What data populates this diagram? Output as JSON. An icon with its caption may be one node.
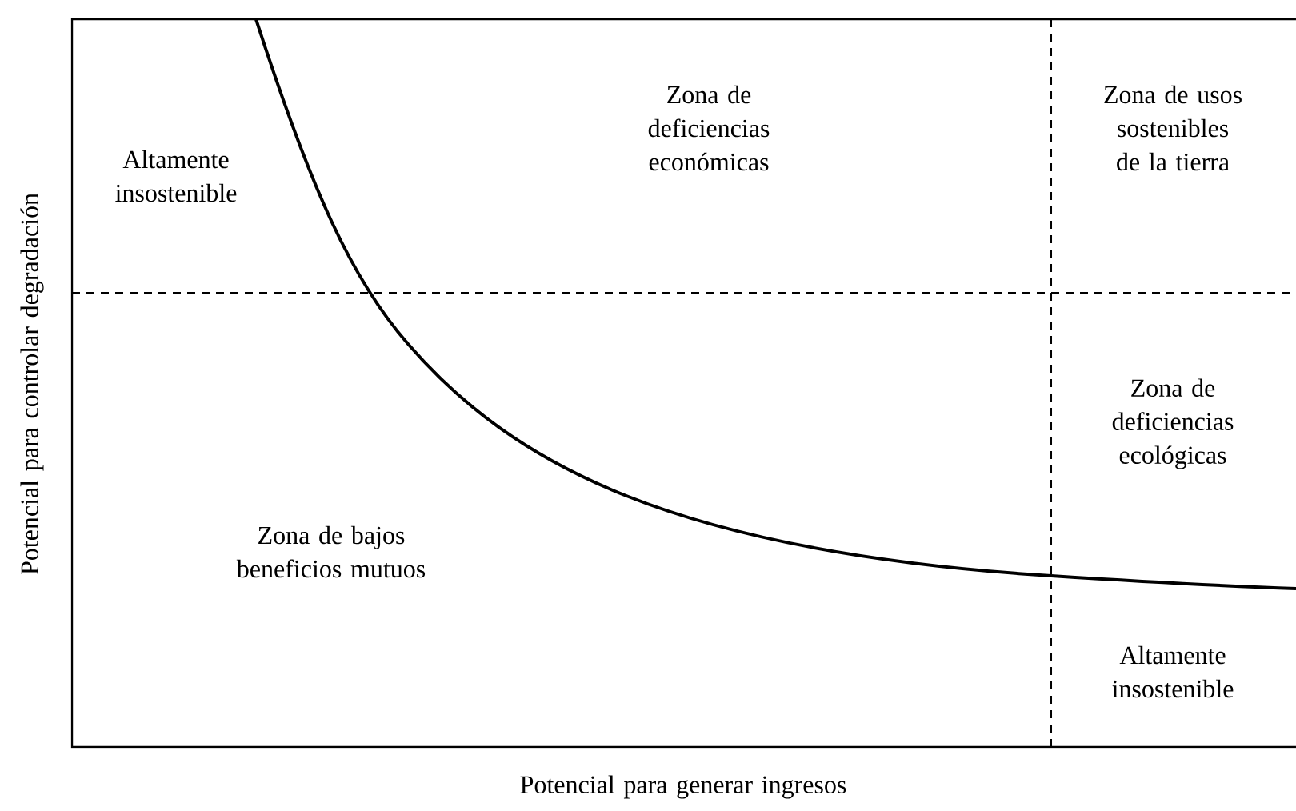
{
  "diagram": {
    "labels": [
      "Altamente insostenible",
      "Zona de deficiencias económicas",
      "Zona de usos sostenibles de la tierra",
      "Zona de deficiencias ecológicas",
      "Zona de bajos beneficios mutuos",
      "Altamente insostenible",
      "Potencial para controlar degradación",
      "Potencial para generar ingresos"
    ]
  }
}
